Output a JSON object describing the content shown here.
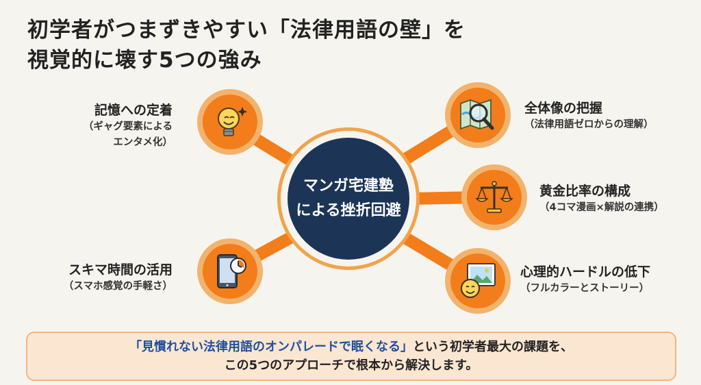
{
  "title": {
    "line1": "初学者がつまずきやすい「法律用語の壁」を",
    "line2": "視覚的に壊す5つの強み"
  },
  "hub": {
    "line1": "マンガ宅建塾",
    "line2": "による挫折回避"
  },
  "strengths": {
    "memory": {
      "main": "記憶への定着",
      "sub1": "（ギャグ要素による",
      "sub2": "エンタメ化）",
      "icon": "lightbulb-icon"
    },
    "spare_time": {
      "main": "スキマ時間の活用",
      "sub1": "（スマホ感覚の手軽さ）",
      "icon": "smartphone-clock-icon"
    },
    "overview": {
      "main": "全体像の把握",
      "sub1": "（法律用語ゼロからの理解）",
      "icon": "map-magnifier-icon"
    },
    "golden_ratio": {
      "main": "黄金比率の構成",
      "sub1": "（4コマ漫画×解説の連携）",
      "icon": "balance-scale-icon"
    },
    "psychology": {
      "main": "心理的ハードルの低下",
      "sub1": "（フルカラーとストーリー）",
      "icon": "picture-smile-icon"
    }
  },
  "footer": {
    "highlight": "「見慣れない法律用語のオンパレードで眠くなる」",
    "line1_rest": "という初学者最大の課題を、",
    "line2": "この5つのアプローチで根本から解決します。"
  },
  "colors": {
    "accent_orange": "#f27d1a",
    "navy": "#1c3557",
    "highlight_blue": "#1f4fa0",
    "footer_bg": "#fbe6d1"
  }
}
